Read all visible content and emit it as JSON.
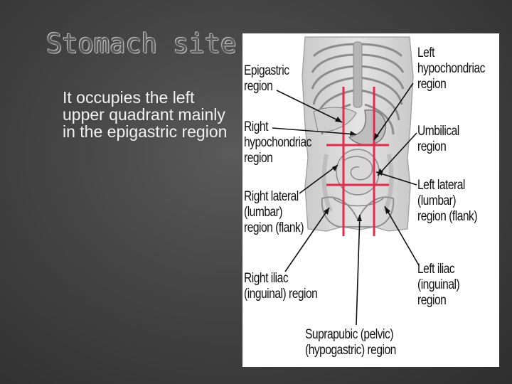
{
  "slide": {
    "title": "Stomach site",
    "bullet_icon": "square-bullet",
    "bullet_glyph": "",
    "bullet_text": "It occupies the left upper quadrant mainly in the epigastric region"
  },
  "figure": {
    "labels": {
      "epigastric": "Epigastric\nregion",
      "right_hypochondriac": "Right\nhypochondriac\nregion",
      "right_lateral": "Right lateral\n(lumbar)\nregion (flank)",
      "right_iliac": "Right iliac\n(inguinal) region",
      "left_hypochondriac": "Left\nhypochondriac\nregion",
      "umbilical": "Umbilical\nregion",
      "left_lateral": "Left lateral\n(lumbar)\nregion (flank)",
      "left_iliac": "Left iliac\n(inguinal)\nregion",
      "suprapubic": "Suprapubic (pelvic)\n(hypogastric) region"
    },
    "grid_line_color": "#e8294a"
  },
  "colors": {
    "background": "#444444",
    "text": "#f0f0f0",
    "figure_bg": "#ffffff"
  }
}
